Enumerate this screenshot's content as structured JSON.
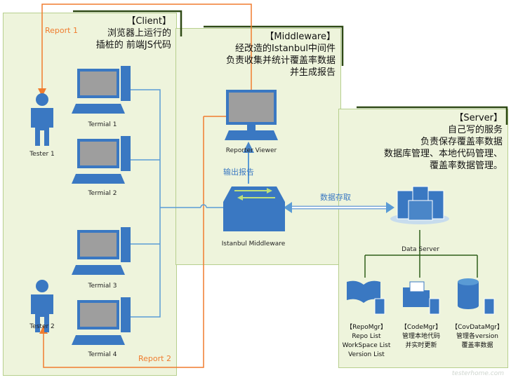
{
  "client": {
    "header": "【Client】",
    "line1": "浏览器上运行的",
    "line2": "插桩的 前端JS代码"
  },
  "middleware": {
    "header": "【Middleware】",
    "line1": "经改造的Istanbul中间件",
    "line2": "负责收集并统计覆盖率数据",
    "line3": "并生成报告"
  },
  "server": {
    "header": "【Server】",
    "line1": "自己写的服务",
    "line2": "负责保存覆盖率数据",
    "line3": "数据库管理、本地代码管理、",
    "line4": "覆盖率数据管理。"
  },
  "reports": {
    "r1": "Report 1",
    "r2": "Report 2"
  },
  "testers": [
    "Tester 1",
    "Tester 2"
  ],
  "terminals": [
    "Termial 1",
    "Termial 2",
    "Termial 3",
    "Termial 4"
  ],
  "reporter_viewer": "Reporter Viewer",
  "output_report": "输出报告",
  "istanbul_middleware": "Istanbul Middleware",
  "data_access": "数据存取",
  "data_server": "Data Server",
  "modules": {
    "repo": {
      "title": "【RepoMgr】",
      "l1": "Repo List",
      "l2": "WorkSpace List",
      "l3": "Version List"
    },
    "code": {
      "title": "【CodeMgr】",
      "l1": "管理本地代码",
      "l2": "并实时更新"
    },
    "cov": {
      "title": "【CovDataMgr】",
      "l1": "管理各version",
      "l2": "覆盖率数据"
    }
  },
  "watermark": "testerhome.com",
  "colors": {
    "panel": "#eef4dc",
    "accent_blue": "#3a78c2",
    "orange": "#f07c2e",
    "dark_green": "#2f4a15",
    "connector": "#5a9bd5"
  }
}
